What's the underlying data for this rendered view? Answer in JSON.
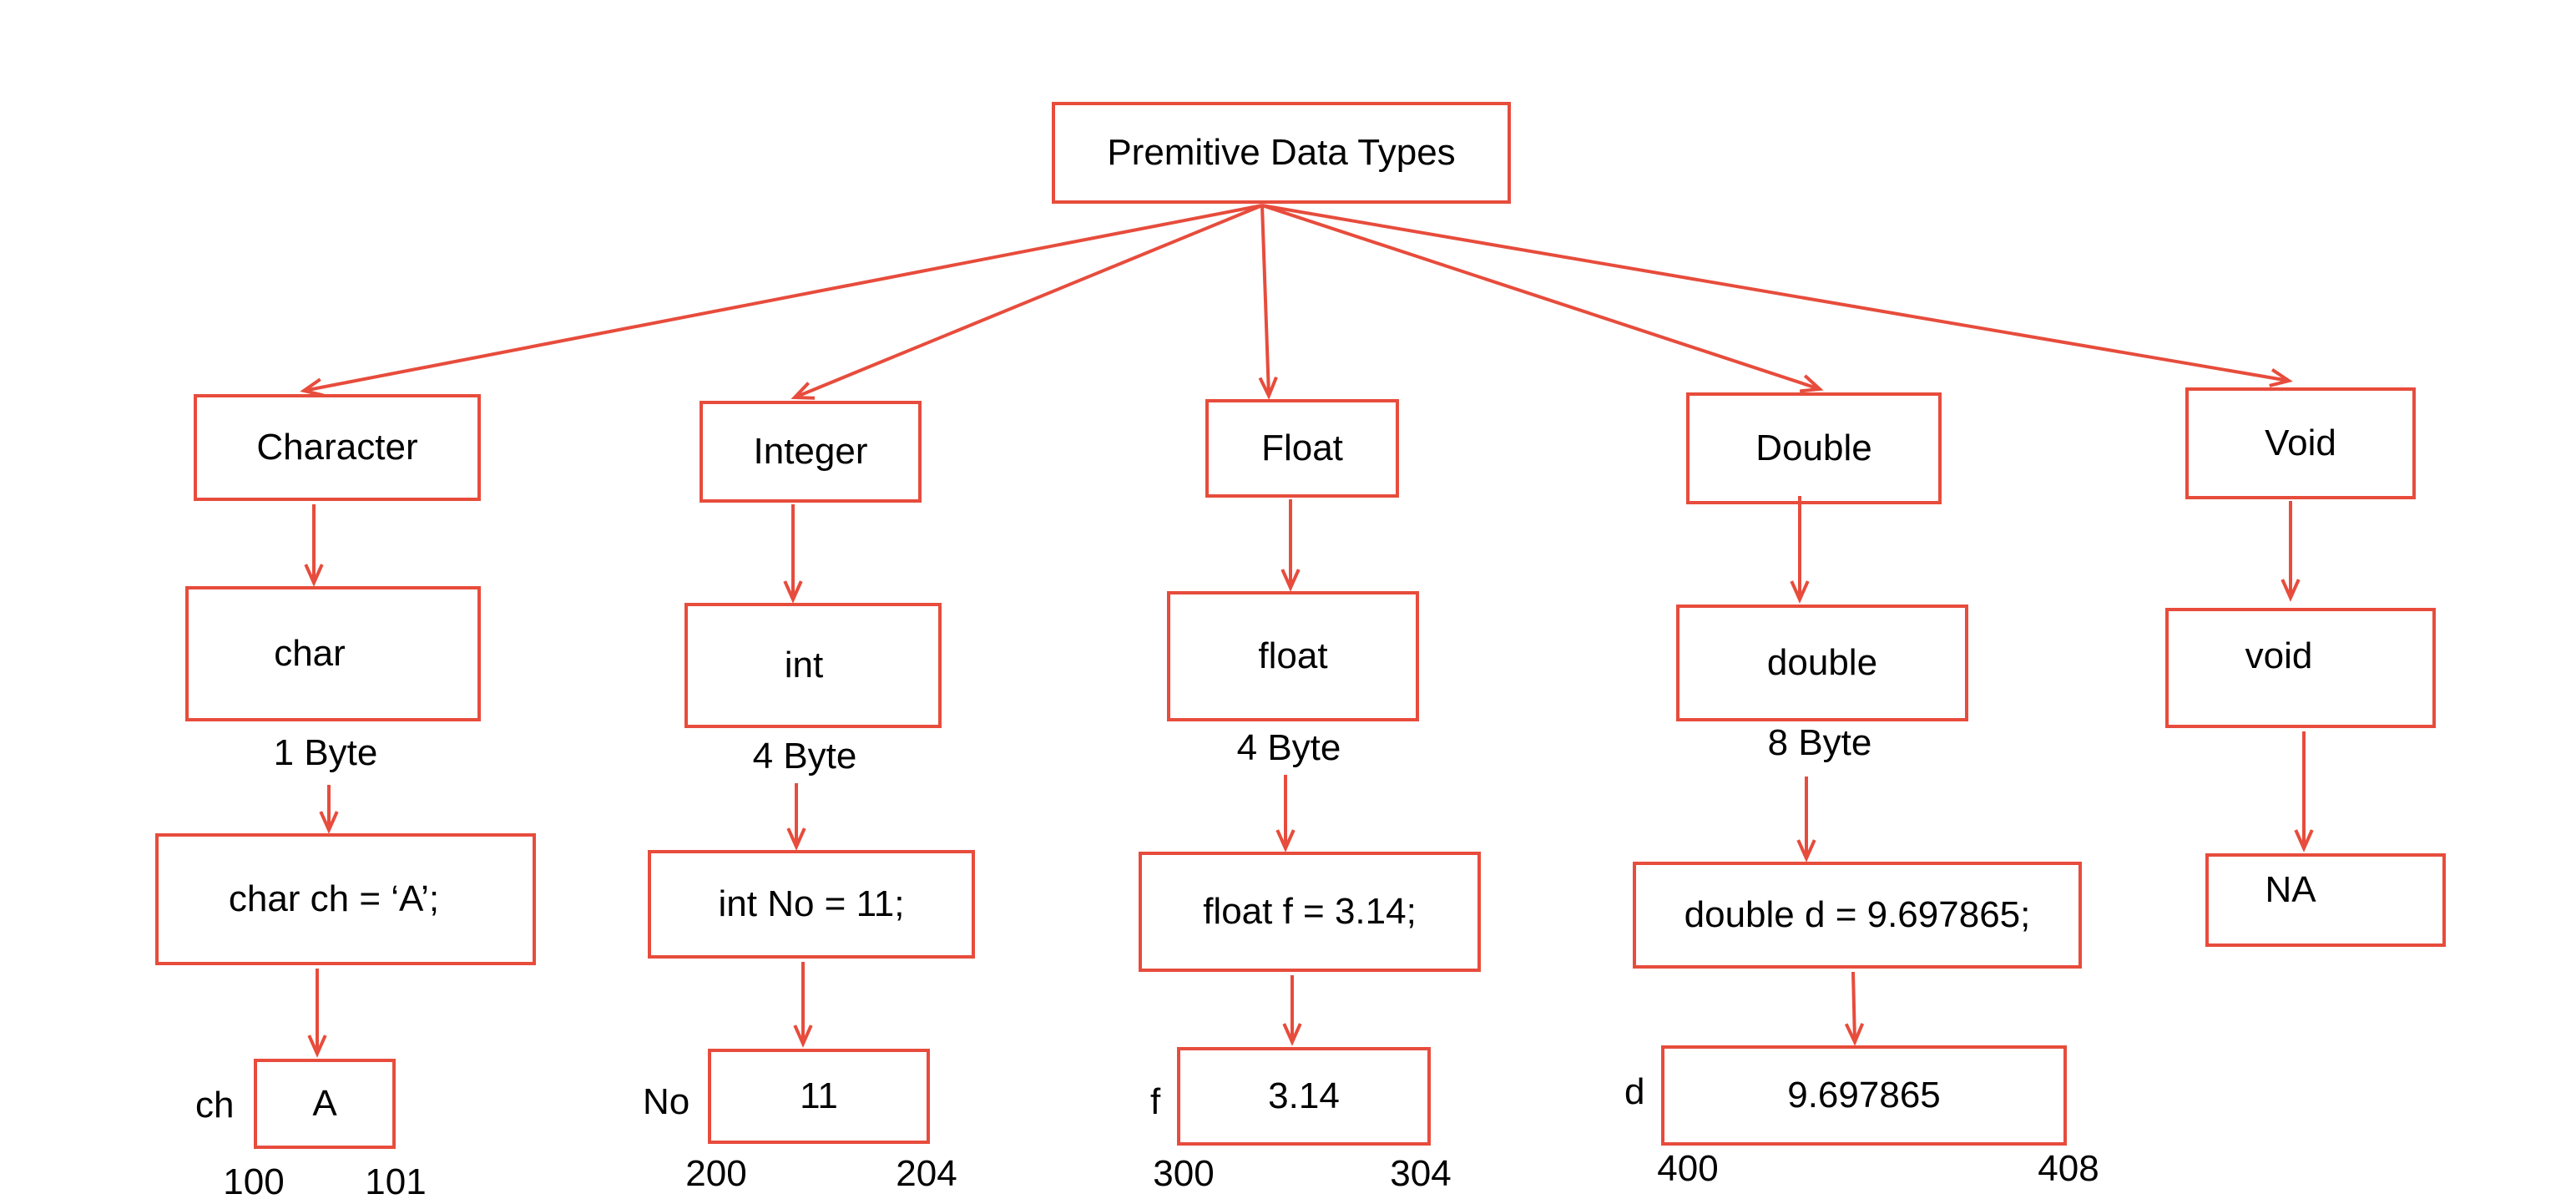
{
  "colors": {
    "stroke": "#e74c3c",
    "text": "#000000",
    "background": "#ffffff"
  },
  "root": {
    "label": "Premitive Data Types"
  },
  "types": [
    {
      "category": "Character",
      "keyword": "char",
      "size": "1 Byte",
      "declaration": "char ch = ‘A’;",
      "variable": "ch",
      "value": "A",
      "addr_start": "100",
      "addr_end": "101"
    },
    {
      "category": "Integer",
      "keyword": "int",
      "size": "4 Byte",
      "declaration": "int No = 11;",
      "variable": "No",
      "value": "11",
      "addr_start": "200",
      "addr_end": "204"
    },
    {
      "category": "Float",
      "keyword": "float",
      "size": "4 Byte",
      "declaration": "float f = 3.14;",
      "variable": "f",
      "value": "3.14",
      "addr_start": "300",
      "addr_end": "304"
    },
    {
      "category": "Double",
      "keyword": "double",
      "size": "8 Byte",
      "declaration": "double d = 9.697865;",
      "variable": "d",
      "value": "9.697865",
      "addr_start": "400",
      "addr_end": "408"
    },
    {
      "category": "Void",
      "keyword": "void",
      "result": "NA"
    }
  ]
}
